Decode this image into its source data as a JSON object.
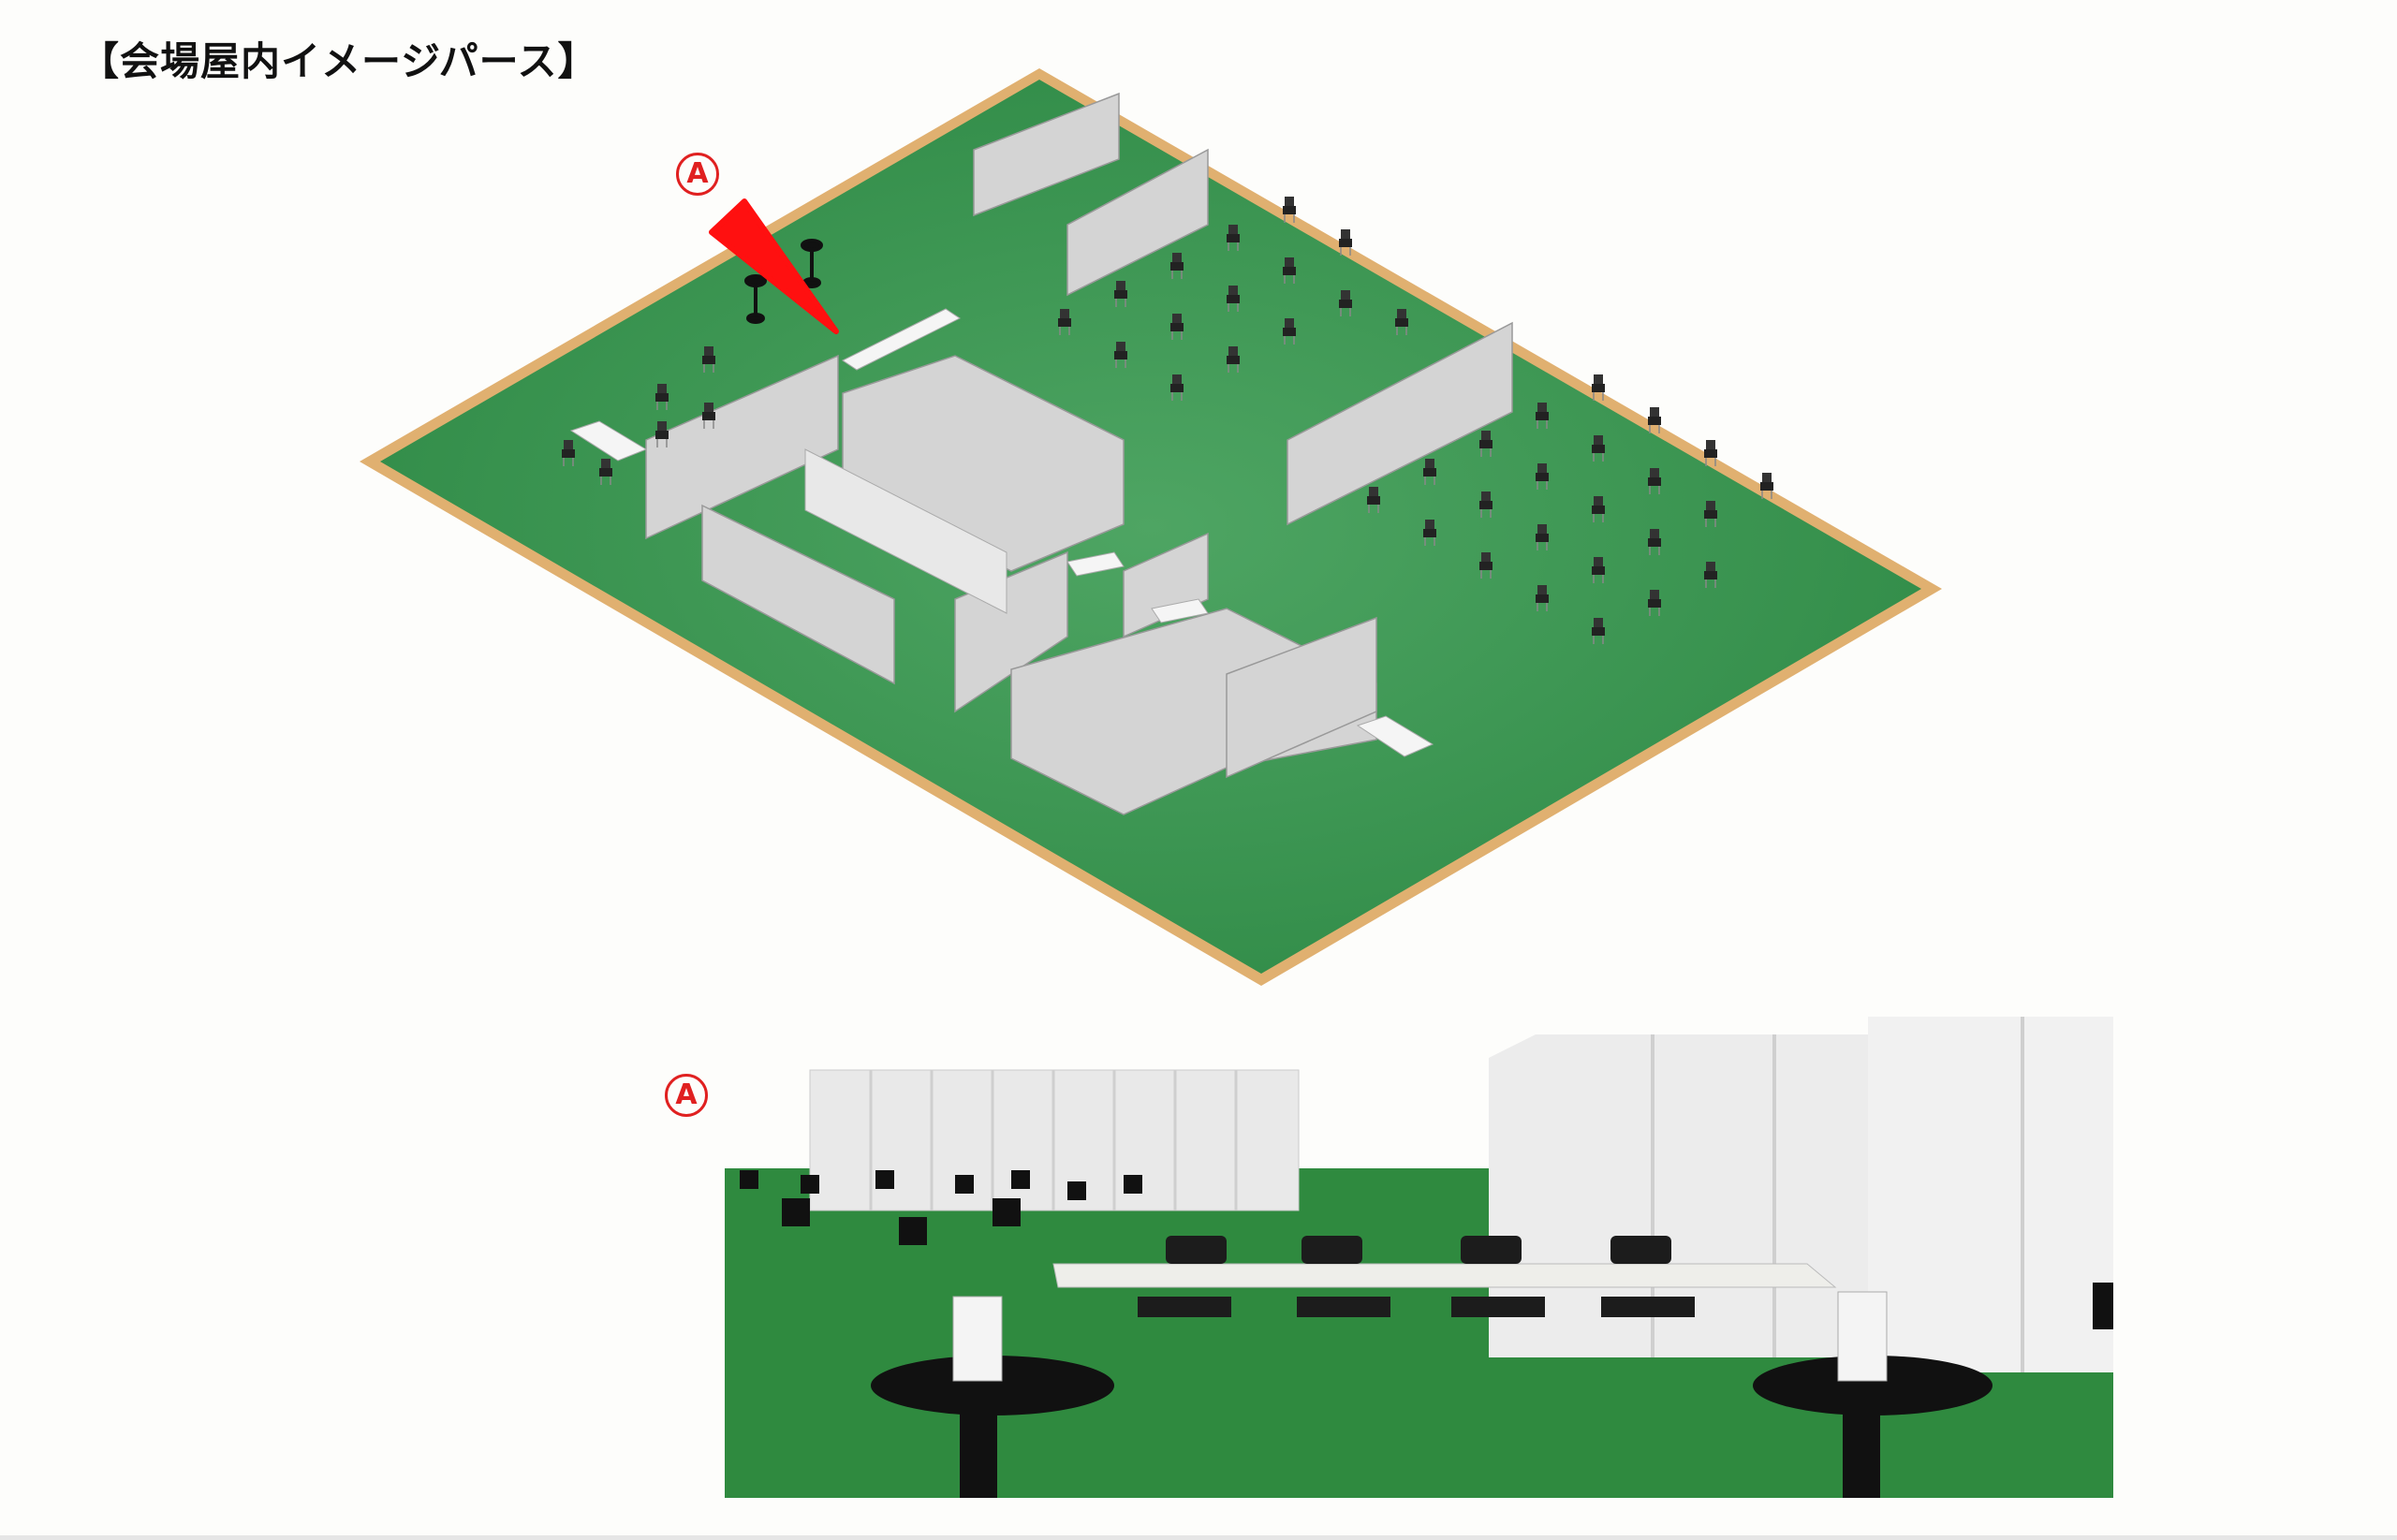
{
  "title": "【会場屋内イメージパース】",
  "markers": {
    "overview": "A",
    "detail": "A"
  },
  "colors": {
    "floor": "#3f9a55",
    "border": "#e0b070",
    "marker": "#e02020",
    "panel": "#d4d4d4"
  }
}
